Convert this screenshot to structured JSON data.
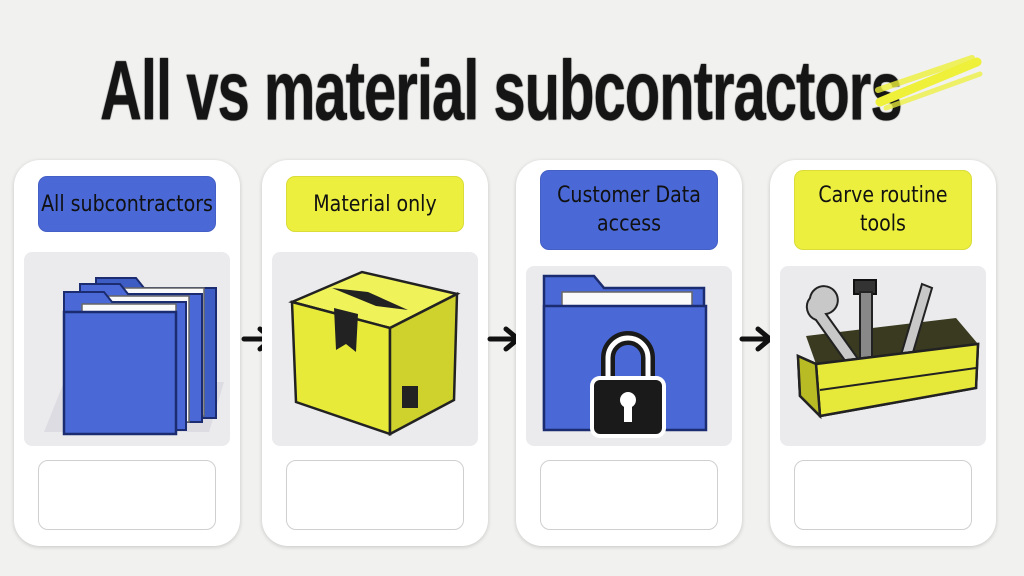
{
  "title": "All vs material subcontractors",
  "steps": [
    {
      "label": "All subcontractors",
      "color": "blue",
      "icon": "folders-icon"
    },
    {
      "label": "Material only",
      "color": "yellow",
      "icon": "box-icon"
    },
    {
      "label": "Customer Data access",
      "color": "blue",
      "icon": "locked-folder-icon"
    },
    {
      "label": "Carve routine tools",
      "color": "yellow",
      "icon": "toolbox-icon"
    }
  ],
  "colors": {
    "blue": "#4a68d6",
    "yellow": "#ecef3e",
    "ink": "#151515"
  }
}
